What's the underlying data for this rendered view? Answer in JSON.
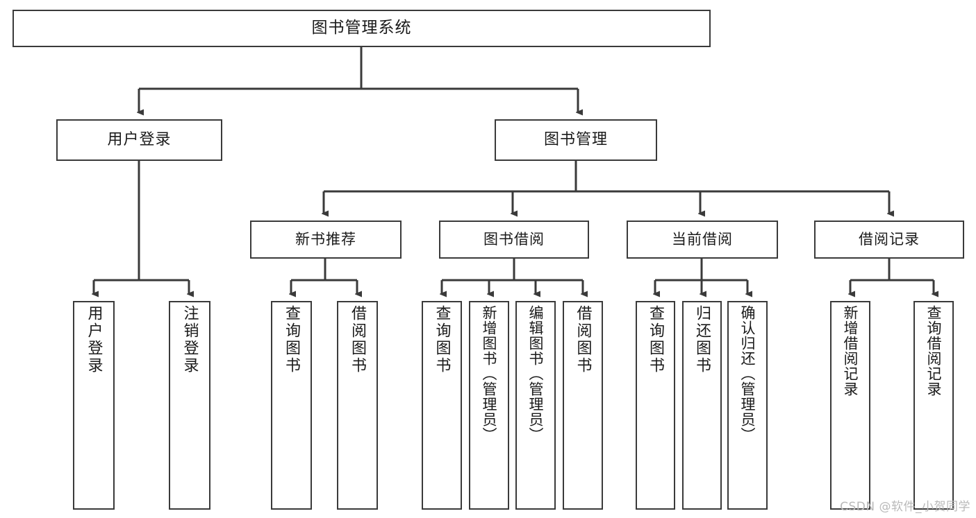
{
  "diagram": {
    "type": "tree",
    "title": "图书管理系统",
    "root": {
      "id": "root",
      "label": "图书管理系统"
    },
    "level2": [
      {
        "id": "user-login",
        "label": "用户登录"
      },
      {
        "id": "book-manage",
        "label": "图书管理"
      }
    ],
    "level3": [
      {
        "id": "new-book-recommend",
        "label": "新书推荐",
        "parent": "book-manage"
      },
      {
        "id": "book-borrow",
        "label": "图书借阅",
        "parent": "book-manage"
      },
      {
        "id": "current-borrow",
        "label": "当前借阅",
        "parent": "book-manage"
      },
      {
        "id": "borrow-record",
        "label": "借阅记录",
        "parent": "book-manage"
      }
    ],
    "leaves": [
      {
        "id": "leaf-user-login",
        "label": "用户登录",
        "parent": "user-login"
      },
      {
        "id": "leaf-logout-login",
        "label": "注销登录",
        "parent": "user-login"
      },
      {
        "id": "leaf-query-book-1",
        "label": "查询图书",
        "parent": "new-book-recommend"
      },
      {
        "id": "leaf-borrow-book-1",
        "label": "借阅图书",
        "parent": "new-book-recommend"
      },
      {
        "id": "leaf-query-book-2",
        "label": "查询图书",
        "parent": "book-borrow"
      },
      {
        "id": "leaf-add-book",
        "label": "新增图书（管理员）",
        "parent": "book-borrow"
      },
      {
        "id": "leaf-edit-book",
        "label": "编辑图书（管理员）",
        "parent": "book-borrow"
      },
      {
        "id": "leaf-borrow-book-2",
        "label": "借阅图书",
        "parent": "book-borrow"
      },
      {
        "id": "leaf-query-book-3",
        "label": "查询图书",
        "parent": "current-borrow"
      },
      {
        "id": "leaf-return-book",
        "label": "归还图书",
        "parent": "current-borrow"
      },
      {
        "id": "leaf-confirm-return",
        "label": "确认归还（管理员）",
        "parent": "current-borrow"
      },
      {
        "id": "leaf-add-record",
        "label": "新增借阅记录",
        "parent": "borrow-record"
      },
      {
        "id": "leaf-query-record",
        "label": "查询借阅记录",
        "parent": "borrow-record"
      }
    ],
    "colors": {
      "stroke": "#3a3a3a",
      "fill": "#ffffff",
      "text": "#1a1a1a",
      "watermark": "#b9b9b9"
    }
  },
  "watermark": {
    "text": "CSDN @软件_小贺同学"
  }
}
